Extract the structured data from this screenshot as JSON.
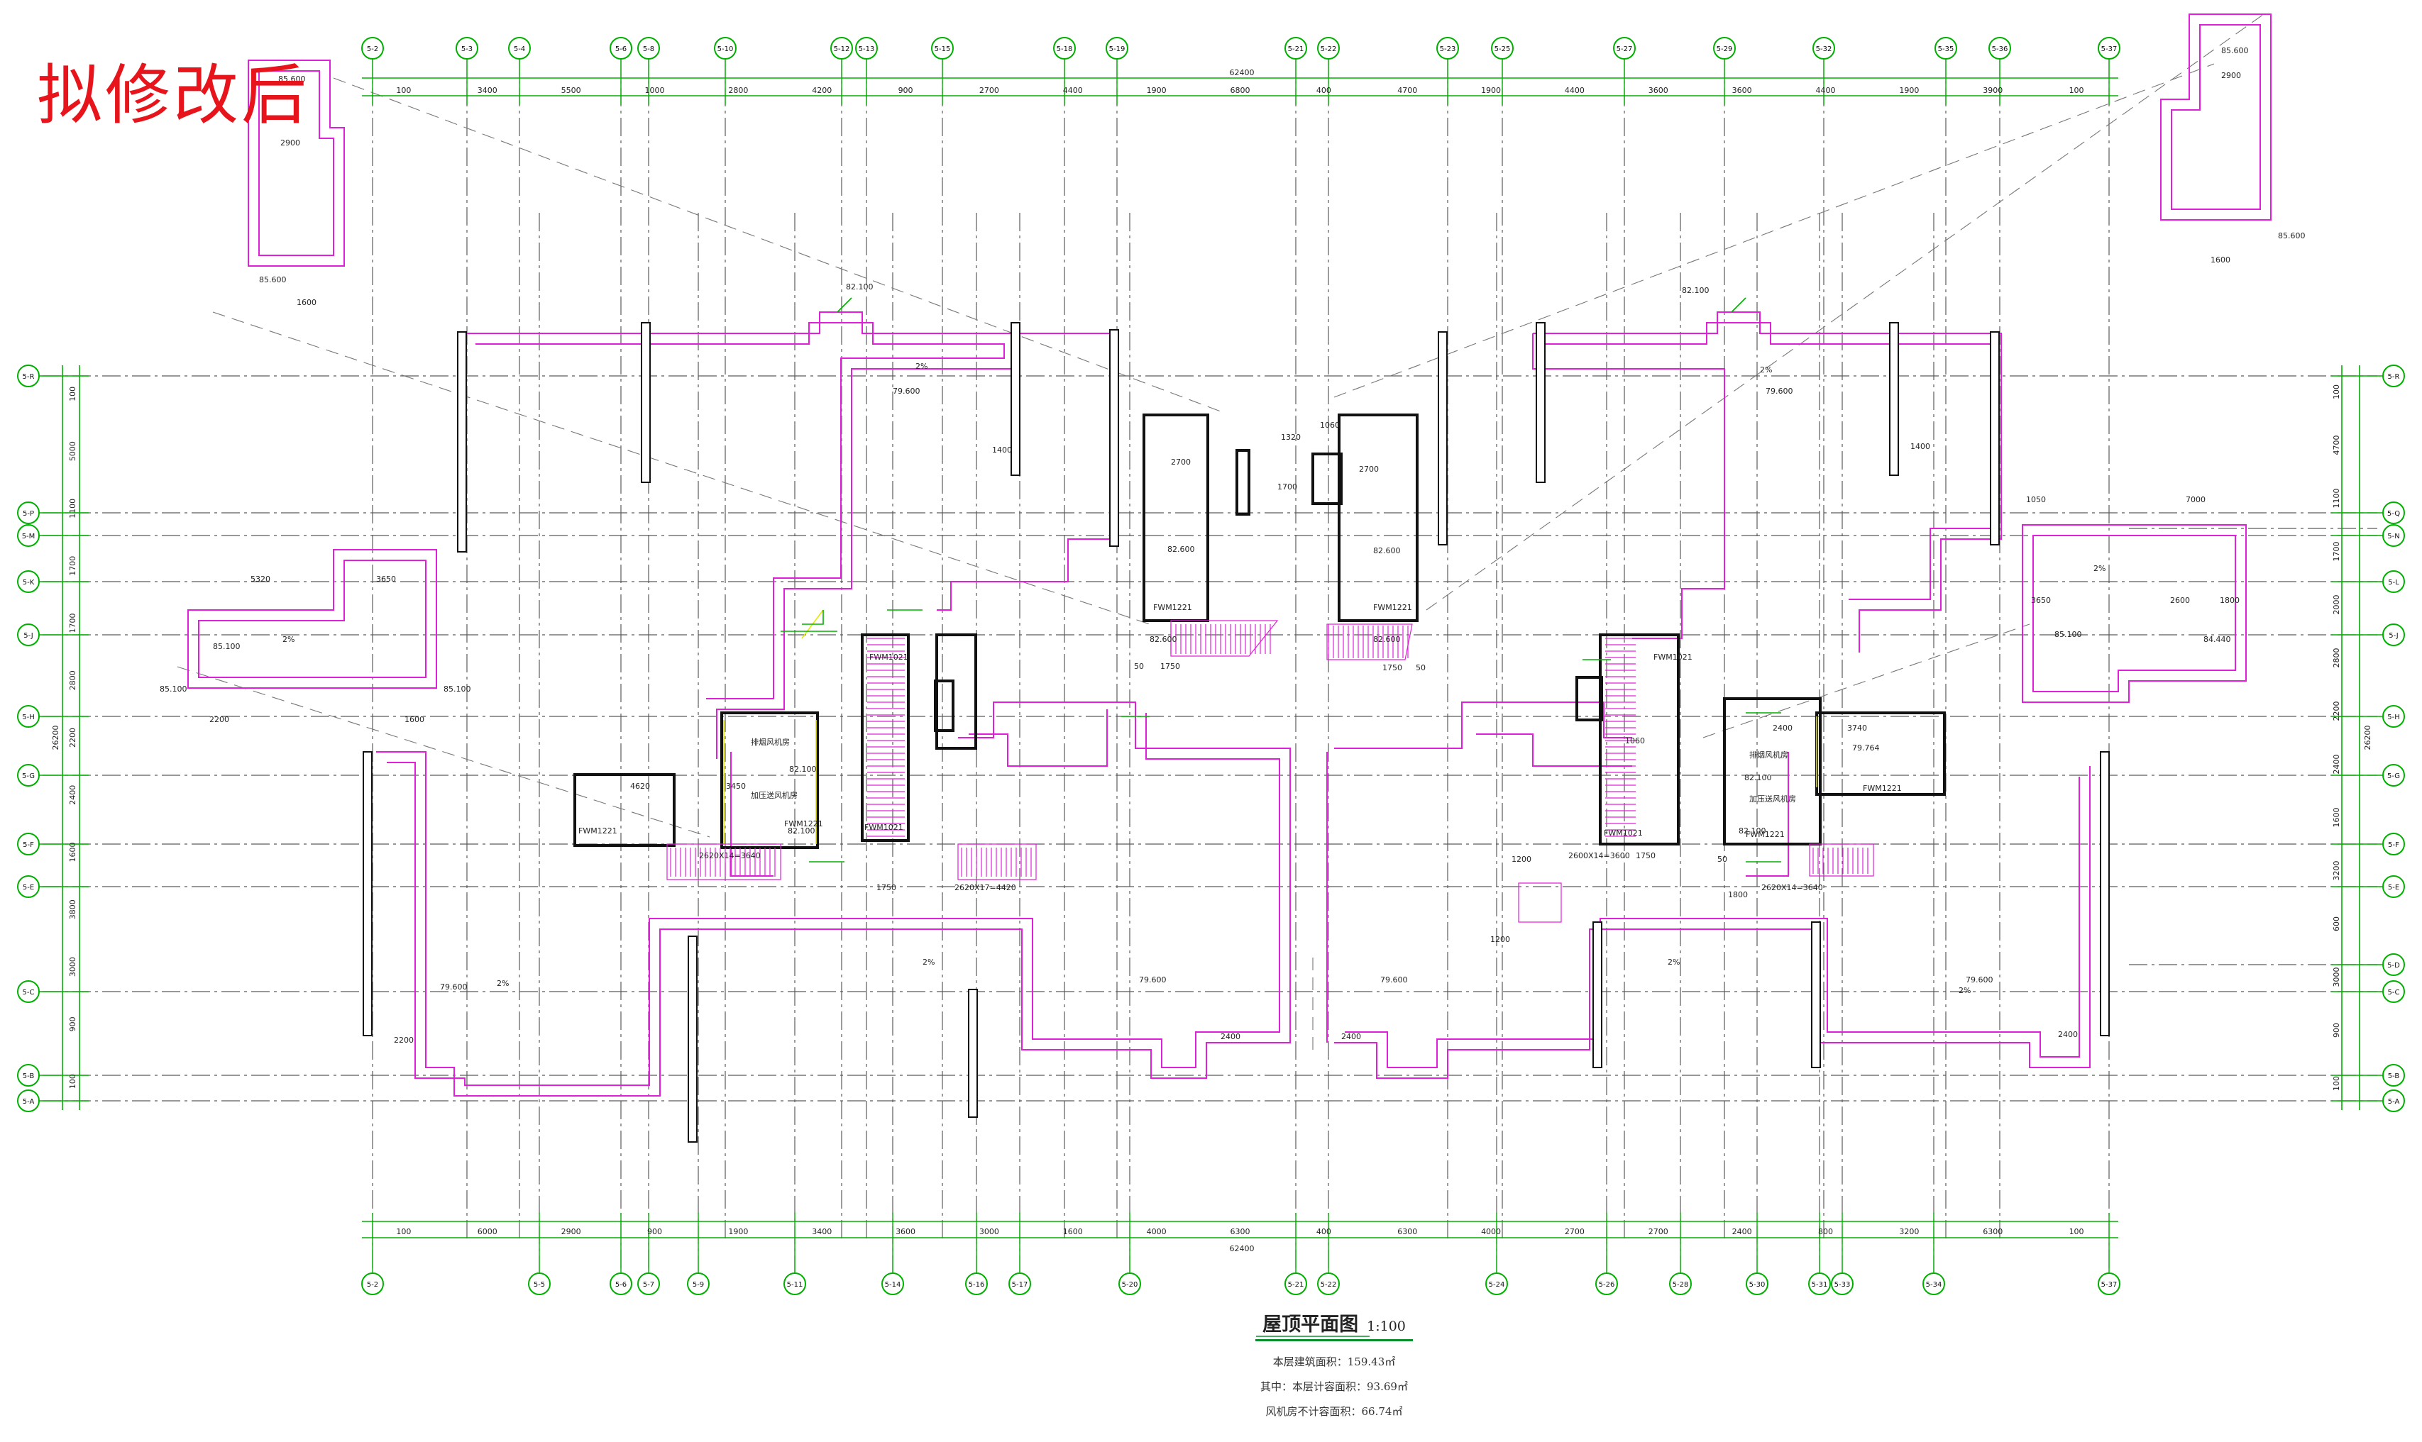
{
  "stamp": "拟修改后",
  "title_block": {
    "title": "屋顶平面图",
    "scale": "1:100",
    "area_total": "本层建筑面积：159.43㎡",
    "area_counted": "其中：本层计容面积：93.69㎡",
    "area_fan_room": "风机房不计容面积：66.74㎡"
  },
  "grid": {
    "top_axes": [
      "5-2",
      "5-3",
      "5-4",
      "5-6",
      "5-8",
      "5-10",
      "5-12",
      "5-13",
      "5-15",
      "5-18",
      "5-19",
      "5-21",
      "5-22",
      "5-23",
      "5-25",
      "5-27",
      "5-29",
      "5-32",
      "5-35",
      "5-36",
      "5-37"
    ],
    "bottom_axes": [
      "5-2",
      "5-5",
      "5-6",
      "5-7",
      "5-9",
      "5-11",
      "5-14",
      "5-16",
      "5-17",
      "5-20",
      "5-21",
      "5-22",
      "5-24",
      "5-26",
      "5-28",
      "5-30",
      "5-31",
      "5-33",
      "5-34",
      "5-37"
    ],
    "left_axes": [
      "5-R",
      "5-P",
      "5-M",
      "5-K",
      "5-J",
      "5-H",
      "5-G",
      "5-F",
      "5-E",
      "5-C",
      "5-B",
      "5-A"
    ],
    "right_axes": [
      "5-R",
      "5-Q",
      "5-N",
      "5-L",
      "5-J",
      "5-H",
      "5-G",
      "5-F",
      "5-E",
      "5-D",
      "5-C",
      "5-B",
      "5-A"
    ]
  },
  "dimensions": {
    "top_segments": [
      "100",
      "3400",
      "5500",
      "1000",
      "2800",
      "4200",
      "900",
      "2700",
      "4400",
      "1900",
      "6800",
      "400",
      "4700",
      "1900",
      "4400",
      "3600",
      "3600",
      "4400",
      "1900",
      "3900",
      "100"
    ],
    "top_total": "62400",
    "bottom_segments": [
      "100",
      "6000",
      "2900",
      "900",
      "1900",
      "3400",
      "3600",
      "3000",
      "1600",
      "4000",
      "6300",
      "400",
      "6300",
      "4000",
      "2700",
      "2700",
      "2400",
      "800",
      "3200",
      "6300",
      "100"
    ],
    "bottom_total": "62400",
    "left_segments": [
      "100",
      "5000",
      "1100",
      "1700",
      "1700",
      "2800",
      "2200",
      "2400",
      "1600",
      "3800",
      "3000",
      "900",
      "100"
    ],
    "left_total": "26200",
    "right_segments": [
      "100",
      "4700",
      "1100",
      "1700",
      "2000",
      "2800",
      "2200",
      "2400",
      "1600",
      "3200",
      "600",
      "3000",
      "900",
      "100"
    ],
    "right_total": "26200"
  },
  "labels": {
    "elev_82100": "82.100",
    "elev_82600": "82.600",
    "elev_79600": "79.600",
    "elev_79764": "79.764",
    "elev_85100": "85.100",
    "elev_85600": "85.600",
    "elev_84440": "84.440",
    "door_fw1": "FWM1221",
    "door_fw2": "FWM1021",
    "window_1": "2620X14=3640",
    "window_2": "2620X17=4420",
    "window_3": "2600X14=3600",
    "room_fan": "加压送风机房",
    "room_smoke": "排烟风机房",
    "slope": "2%",
    "dim_2700": "2700",
    "dim_1750": "1750",
    "dim_2400": "2400",
    "dim_1200": "1200",
    "dim_50": "50",
    "dim_1060": "1060",
    "dim_1320": "1320",
    "dim_1700": "1700",
    "dim_4620": "4620",
    "dim_3450": "3450",
    "dim_3740": "3740",
    "dim_5320": "5320",
    "dim_3650": "3650",
    "dim_2200": "2200",
    "dim_1600": "1600",
    "dim_2900": "2900",
    "dim_1050": "1050",
    "dim_7000": "7000",
    "dim_1400": "1400",
    "dim_1800": "1800",
    "dim_2600": "2600"
  },
  "colors": {
    "grid": "#5a5a5a",
    "dim": "#00b000",
    "wall": "#e020d8",
    "stamp": "#e8141b",
    "yellow": "#e6e600"
  }
}
